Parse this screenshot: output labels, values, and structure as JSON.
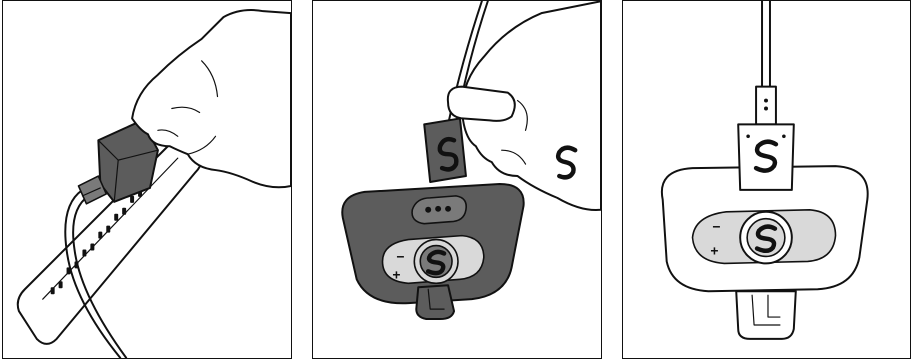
{
  "panels": [
    {
      "id": "panel-plug-in",
      "labels": []
    },
    {
      "id": "panel-attach-cable",
      "labels": {
        "minus": "−",
        "plus": "+"
      }
    },
    {
      "id": "panel-connected",
      "labels": {
        "minus": "−",
        "plus": "+"
      }
    }
  ],
  "colors": {
    "line": "#111111",
    "device_dark": "#5c5c5c",
    "device_light": "#d9d9d9",
    "background": "#ffffff"
  },
  "icons": [
    "hand",
    "wall-adapter",
    "power-strip",
    "charging-cable",
    "magnetic-connector",
    "tracker-device",
    "s-logo"
  ]
}
